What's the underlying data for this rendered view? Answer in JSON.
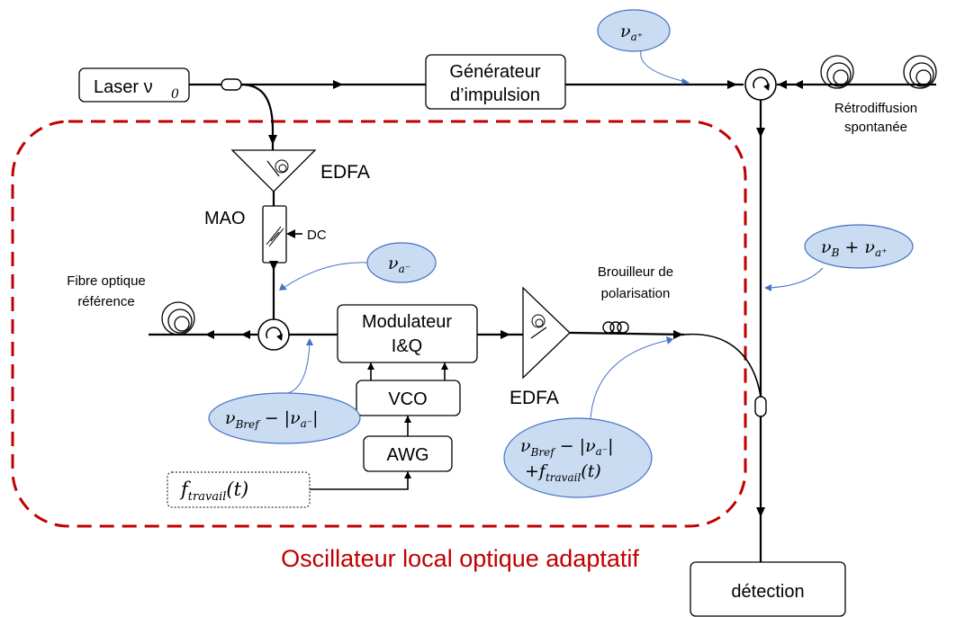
{
  "title": "Oscillateur local optique adaptatif",
  "blocks": {
    "laser": "Laser ν",
    "laser_sub": "0",
    "pulse_gen_line1": "Générateur",
    "pulse_gen_line2": "d’impulsion",
    "edfa_top": "EDFA",
    "mao": "MAO",
    "dc": "DC",
    "modulator_line1": "Modulateur",
    "modulator_line2": "I&Q",
    "vco": "VCO",
    "awg": "AWG",
    "edfa_bottom": "EDFA",
    "detection": "détection"
  },
  "labels": {
    "fibre_ref_line1": "Fibre optique",
    "fibre_ref_line2": "référence",
    "scrambler_line1": "Brouilleur de",
    "scrambler_line2": "polarisation",
    "backscatter_line1": "Rétrodiffusion",
    "backscatter_line2": "spontanée"
  },
  "bubbles": {
    "va_plus": "ν",
    "va_plus_sub": "a⁺",
    "va_minus": "ν",
    "va_minus_sub": "a⁻",
    "vb_plus_va": "ν",
    "vb_plus_va_sub1": "B",
    "vb_plus_va_mid": " + ν",
    "vb_plus_va_sub2": "a⁺",
    "vbref_minus": "ν",
    "vbref_minus_sub": "Bref",
    "vbref_minus_rest": " − |ν",
    "vbref_minus_sub2": "a⁻",
    "vbref_minus_end": "|",
    "sum_line1": "ν",
    "sum_line1_sub": "Bref",
    "sum_line1_rest": " − |ν",
    "sum_line1_sub2": "a⁻",
    "sum_line1_end": "|",
    "sum_line2": "+f",
    "sum_line2_sub": "travail",
    "sum_line2_rest": "(t)"
  },
  "ftravail": {
    "main": "f",
    "sub": "travail",
    "rest": "(t)"
  },
  "colors": {
    "dashed_frame": "#c00000",
    "title": "#c00000",
    "bubble_fill": "#c9dcf2",
    "bubble_stroke": "#4472c4"
  }
}
